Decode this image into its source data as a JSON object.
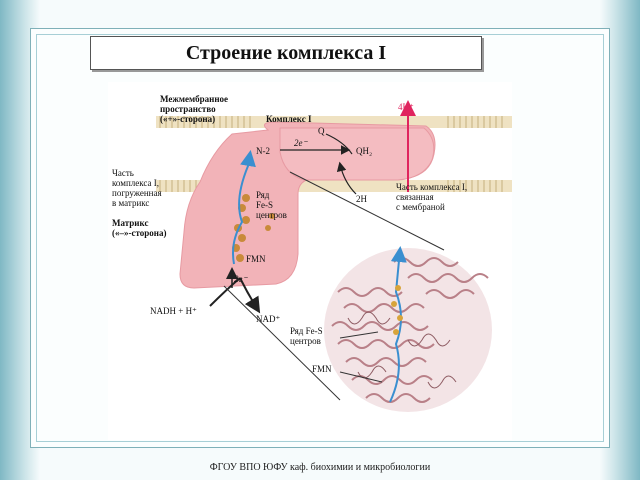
{
  "slide": {
    "title": "Строение комплекса I",
    "footer": "ФГОУ ВПО ЮФУ каф. биохимии и микробиологии"
  },
  "figure": {
    "intermembrane_label_1": "Межмембранное",
    "intermembrane_label_2": "пространство",
    "intermembrane_label_3": "(«+»-сторона)",
    "complex_label": "Комплекс I",
    "proton_label": "4H⁺",
    "q_label": "Q",
    "qh2_label": "QH₂",
    "two_e_top": "2e⁻",
    "n2_label": "N-2",
    "two_h_label": "2H",
    "matrix_part_1": "Часть",
    "matrix_part_2": "комплекса I,",
    "matrix_part_3": "погруженная",
    "matrix_part_4": "в матрикс",
    "membrane_part_1": "Часть комплекса I,",
    "membrane_part_2": "связанная",
    "membrane_part_3": "с мембраной",
    "matrix_label_1": "Матрикс",
    "matrix_label_2": "(«–»-сторона)",
    "fes_row_1": "Ряд",
    "fes_row_2": "Fe-S",
    "fes_row_3": "центров",
    "fmn_label": "FMN",
    "two_e_bottom": "2e⁻",
    "nadh_label": "NADH + H⁺",
    "nad_label": "NAD⁺",
    "struct_fes_1": "Ряд Fe-S",
    "struct_fes_2": "центров",
    "struct_fmn": "FMN"
  },
  "colors": {
    "complex_fill": "#f2b3b8",
    "membrane": "#e3cfa0",
    "electron_path": "#3a8fd0",
    "proton_arrow": "#e0245e"
  }
}
